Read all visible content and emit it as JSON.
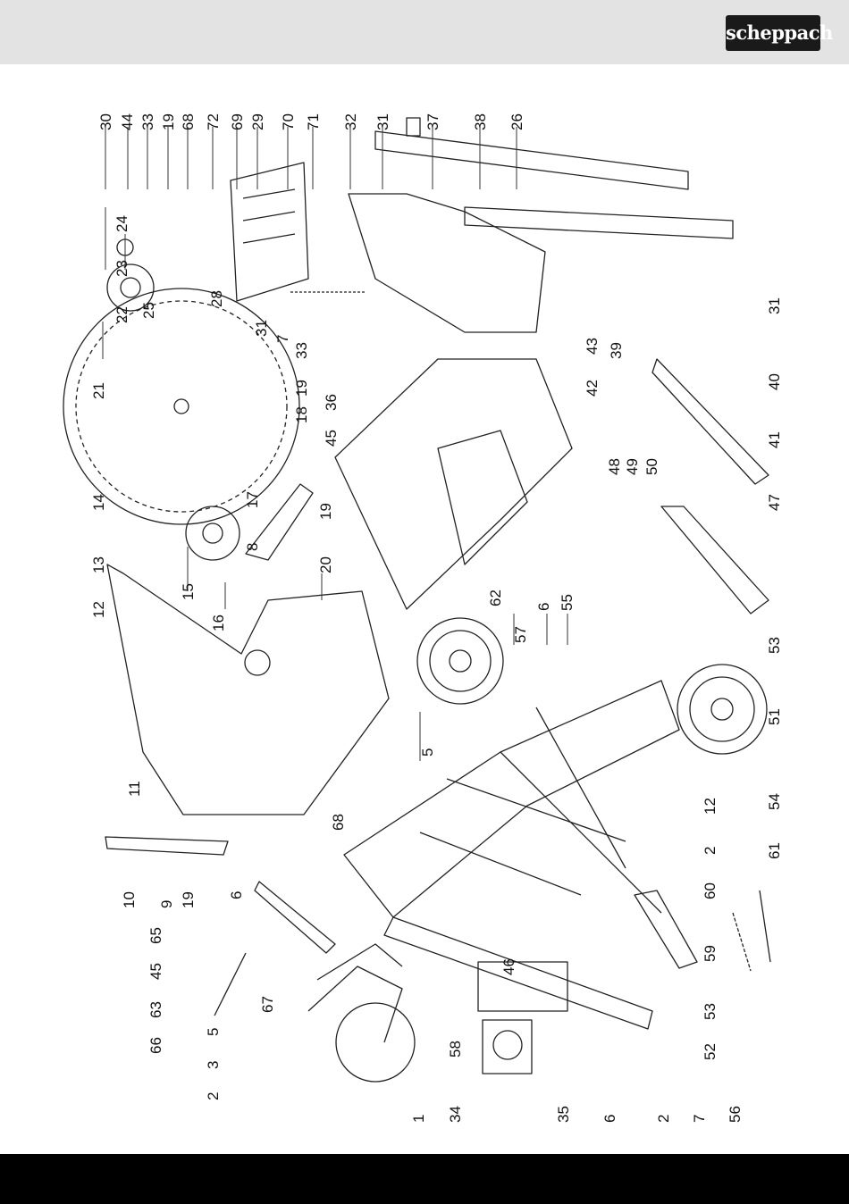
{
  "header": {
    "brand": "scheppach",
    "color_bg": "#e3e3e3",
    "color_logo": "#1a1a1a"
  },
  "footer": {
    "color": "#000000"
  },
  "diagram": {
    "type": "exploded parts drawing",
    "orientation": "rotated 90° counter-clockwise",
    "part_labels": {
      "top_row": [
        "30",
        "44",
        "33",
        "19",
        "68",
        "72",
        "69",
        "29",
        "70",
        "71",
        "32",
        "31",
        "37",
        "38",
        "26"
      ],
      "row_a": [
        "24",
        "23",
        "22",
        "21",
        "14",
        "13",
        "12",
        "25",
        "28",
        "15",
        "16",
        "17",
        "8",
        "18",
        "19",
        "20",
        "31",
        "7",
        "33",
        "19",
        "36",
        "45"
      ],
      "row_b": [
        "11",
        "10",
        "9",
        "19",
        "65",
        "45",
        "63",
        "66",
        "5",
        "3",
        "2",
        "6",
        "67",
        "68",
        "5",
        "62",
        "57",
        "6",
        "55",
        "48",
        "49",
        "50",
        "39",
        "40",
        "41",
        "47",
        "42",
        "43",
        "31",
        "53",
        "51",
        "54"
      ],
      "bottom_row": [
        "1",
        "34",
        "35",
        "6",
        "46",
        "58",
        "2",
        "7",
        "12",
        "2",
        "60",
        "61",
        "59",
        "53",
        "52",
        "56"
      ]
    }
  }
}
